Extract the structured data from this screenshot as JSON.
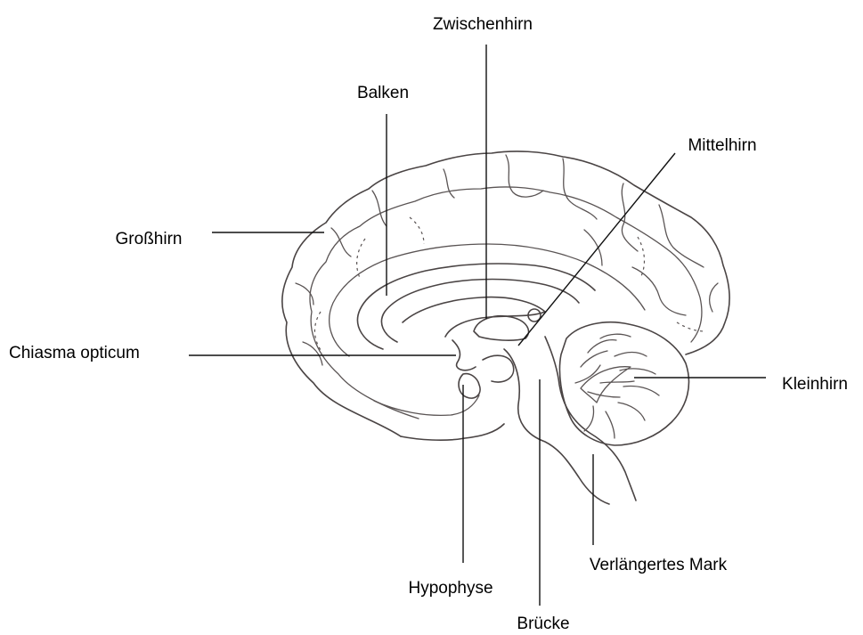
{
  "diagram": {
    "labels": {
      "zwischenhirn": "Zwischenhirn",
      "balken": "Balken",
      "mittelhirn": "Mittelhirn",
      "grosshirn": "Großhirn",
      "chiasma": "Chiasma opticum",
      "kleinhirn": "Kleinhirn",
      "hypophyse": "Hypophyse",
      "verlaengertes_mark": "Verlängertes Mark",
      "bruecke": "Brücke"
    },
    "colors": {
      "outline": "#4a4444",
      "leader": "#111111",
      "text": "#000000",
      "background": "#ffffff"
    }
  }
}
